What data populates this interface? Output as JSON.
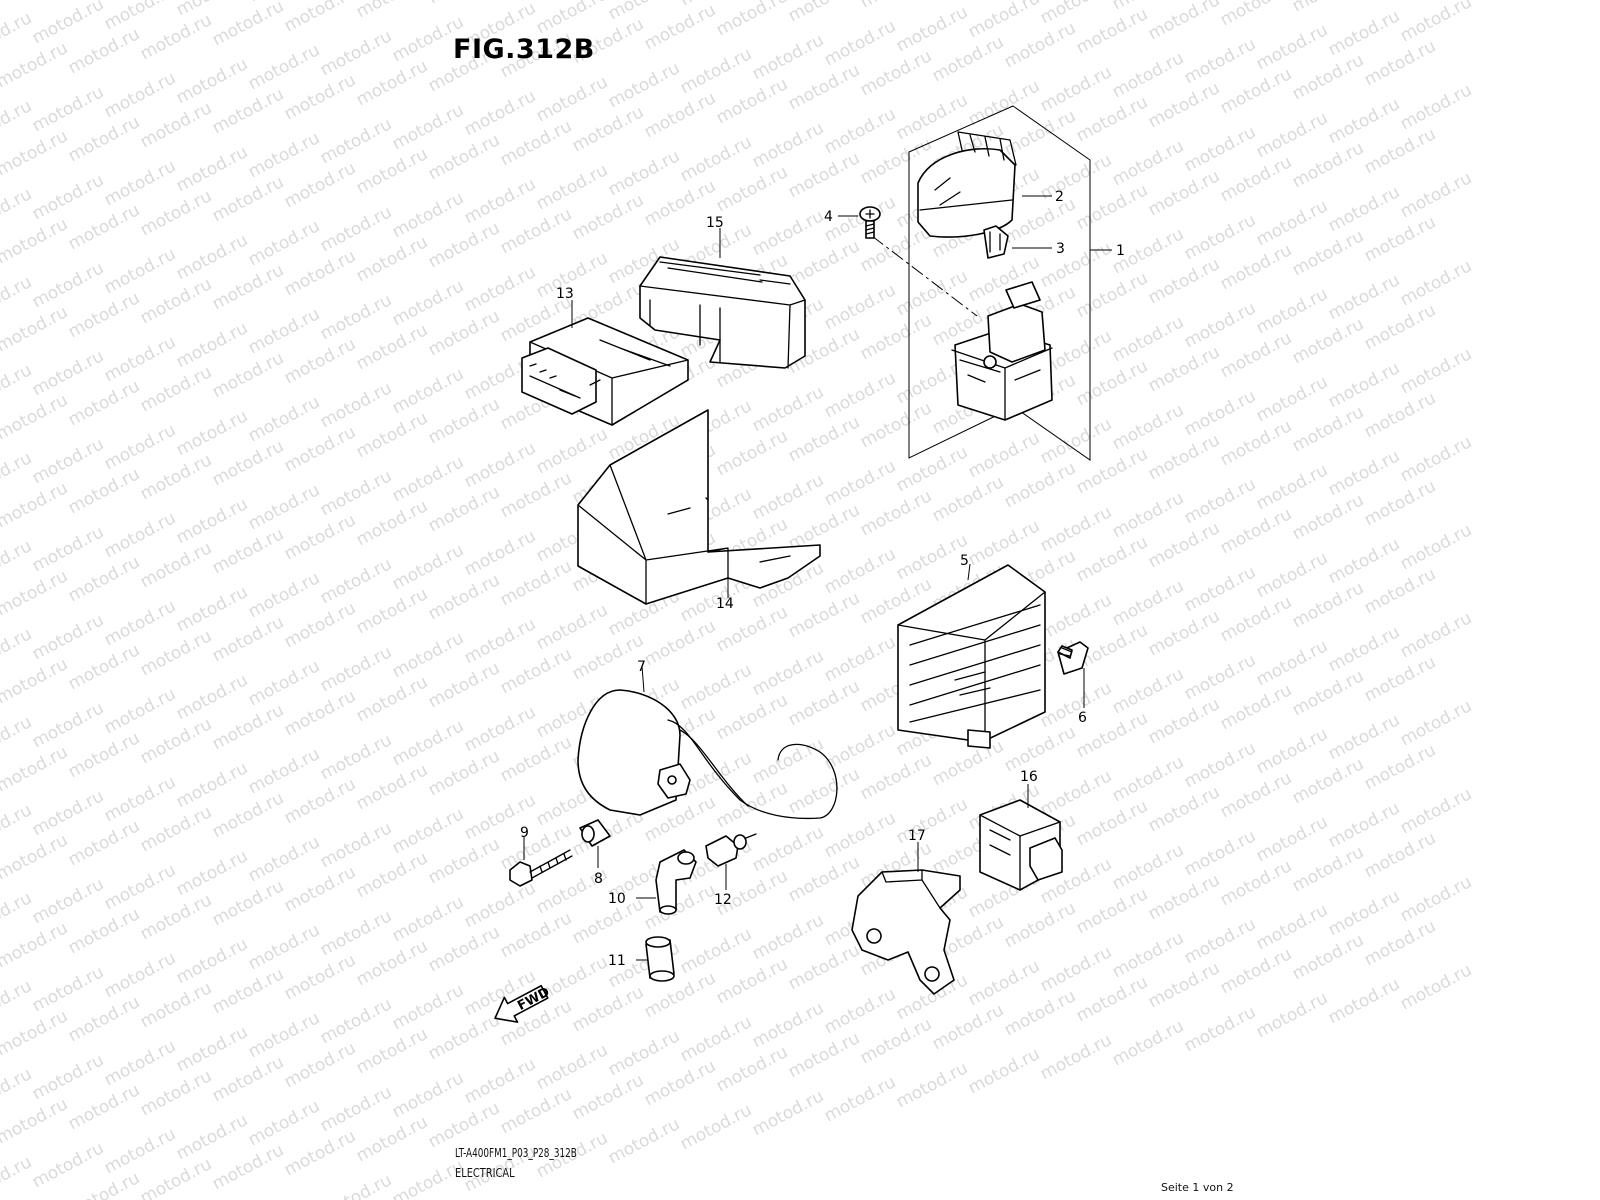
{
  "header": {
    "figure_title": "FIG.312B"
  },
  "watermark": {
    "text": "motod.ru"
  },
  "diagram": {
    "callouts": [
      "1",
      "2",
      "3",
      "4",
      "5",
      "6",
      "7",
      "8",
      "9",
      "10",
      "11",
      "12",
      "13",
      "14",
      "15",
      "16",
      "17"
    ],
    "direction_arrow": {
      "text": "FWD"
    }
  },
  "footer": {
    "model_code": "LT-A400FM1_P03_P28_312B",
    "section_name": "ELECTRICAL",
    "page_count": "Seite 1 von 2"
  }
}
